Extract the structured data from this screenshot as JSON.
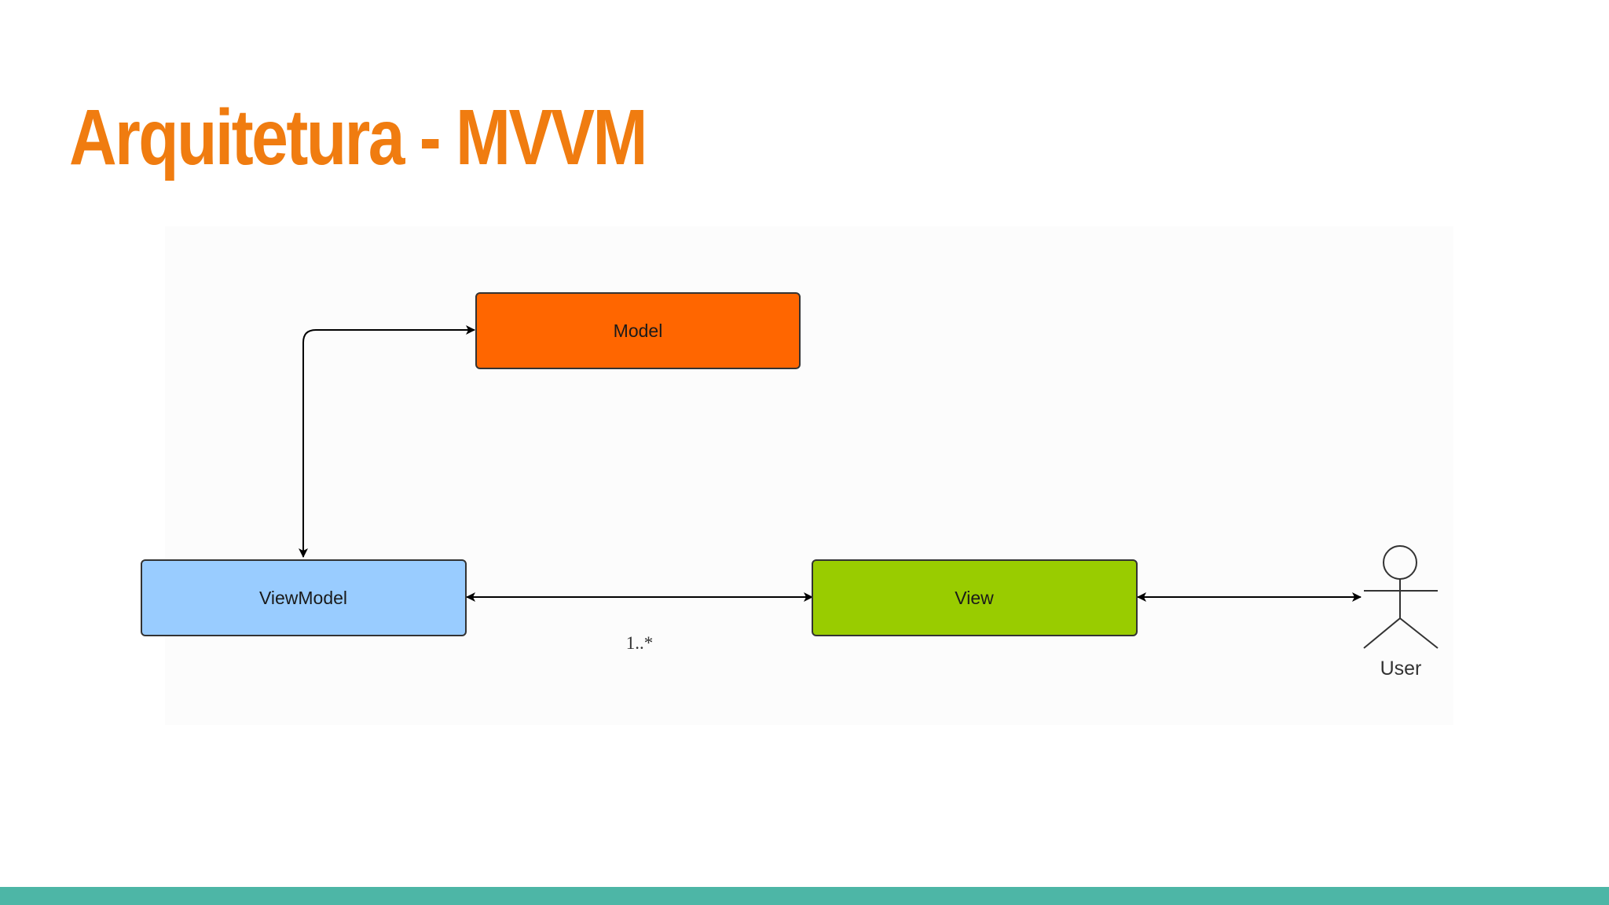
{
  "slide": {
    "title": "Arquitetura - MVVM"
  },
  "diagram": {
    "nodes": {
      "model": {
        "label": "Model",
        "color": "#ff6600"
      },
      "viewmodel": {
        "label": "ViewModel",
        "color": "#99ccff"
      },
      "view": {
        "label": "View",
        "color": "#99cc00"
      }
    },
    "actor": {
      "label": "User"
    },
    "edges": {
      "viewmodel_view": {
        "multiplicity": "1..*"
      }
    }
  },
  "theme": {
    "title_color": "#f07c10",
    "footer_color": "#4db6a6"
  }
}
